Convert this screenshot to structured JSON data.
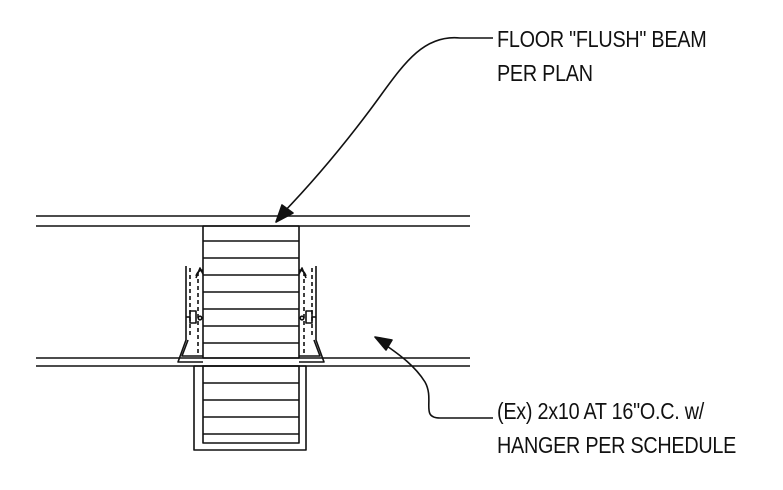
{
  "annotations": {
    "top": {
      "line1": "FLOOR \"FLUSH\" BEAM",
      "line2": "PER PLAN"
    },
    "bottom": {
      "line1": "(Ex) 2x10 AT 16\"O.C. w/",
      "line2": "HANGER PER SCHEDULE"
    }
  },
  "colors": {
    "line": "#111111",
    "background": "#ffffff"
  }
}
